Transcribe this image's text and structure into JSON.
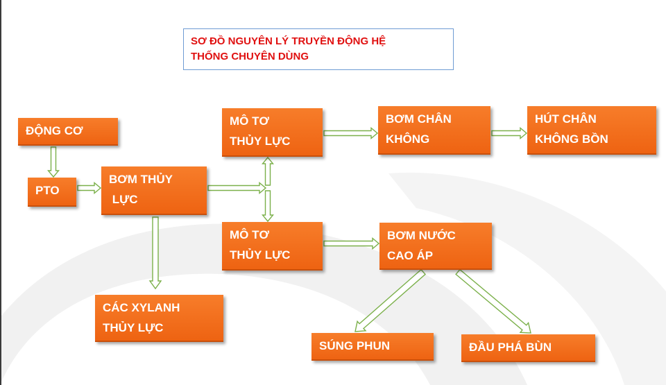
{
  "title": {
    "line1": "SƠ ĐỒ NGUYÊN LÝ TRUYỀN ĐỘNG HỆ",
    "line2": "THỐNG CHUYÊN DÙNG"
  },
  "nodes": {
    "dong_co": [
      "ĐỘNG CƠ"
    ],
    "pto": [
      "PTO"
    ],
    "bom_thuy_luc": [
      "BƠM THỦY",
      " LỰC"
    ],
    "mo_to_1": [
      "MÔ TƠ",
      "THỦY LỰC"
    ],
    "mo_to_2": [
      "MÔ TƠ",
      "THỦY LỰC"
    ],
    "bom_chan_khong": [
      "BƠM CHÂN",
      "KHÔNG"
    ],
    "hut_chan_khong": [
      "HÚT CHÂN",
      "KHÔNG BỒN"
    ],
    "bom_nuoc": [
      "BƠM NƯỚC",
      "CAO ÁP"
    ],
    "xylanh": [
      "CÁC XYLANH",
      "THỦY LỰC"
    ],
    "sung_phun": [
      "SÚNG PHUN"
    ],
    "dau_pha_bun": [
      "ĐẦU PHÁ BÙN"
    ]
  },
  "colors": {
    "box_fill": "#f26f1e",
    "box_text": "#ffffff",
    "title_text": "#e01010",
    "title_border": "#6e9bd3",
    "arrow_outline": "#7bb04a"
  }
}
